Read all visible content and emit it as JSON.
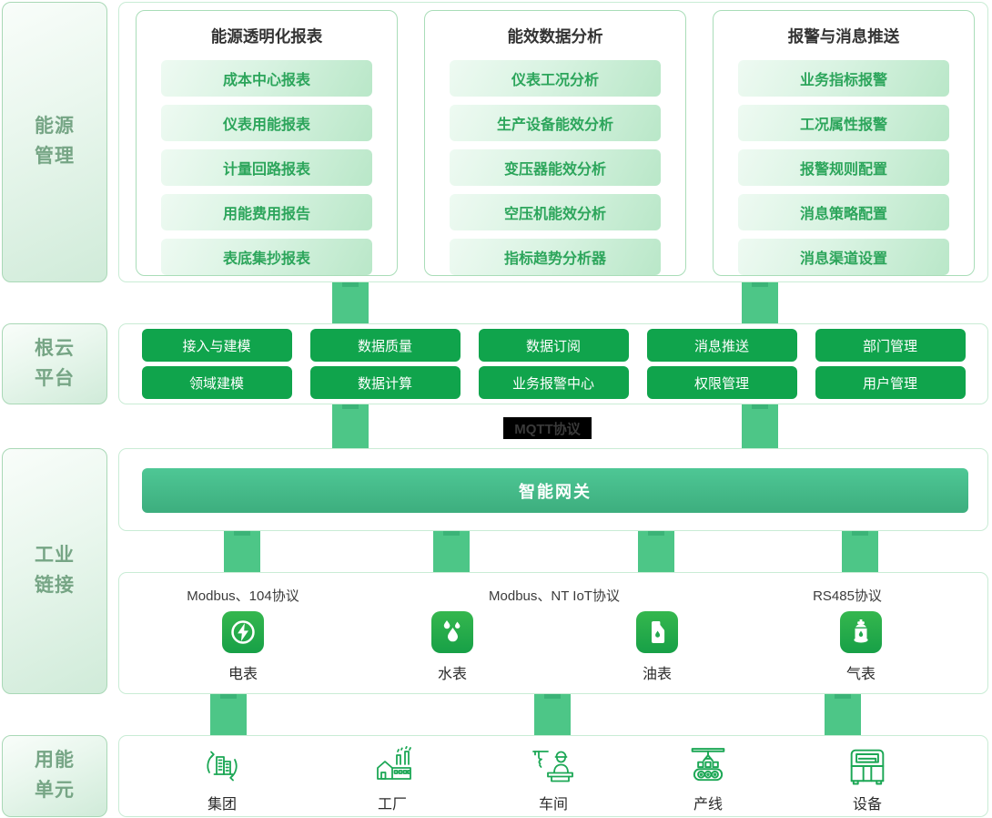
{
  "diagram": {
    "sidebar": [
      {
        "line1": "能源",
        "line2": "管理"
      },
      {
        "line1": "根云",
        "line2": "平台"
      },
      {
        "line1": "工业",
        "line2": "链接"
      },
      {
        "line1": "用能",
        "line2": "单元"
      }
    ],
    "top_cards": [
      {
        "title": "能源透明化报表",
        "items": [
          "成本中心报表",
          "仪表用能报表",
          "计量回路报表",
          "用能费用报告",
          "表底集抄报表"
        ]
      },
      {
        "title": "能效数据分析",
        "items": [
          "仪表工况分析",
          "生产设备能效分析",
          "变压器能效分析",
          "空压机能效分析",
          "指标趋势分析器"
        ]
      },
      {
        "title": "报警与消息推送",
        "items": [
          "业务指标报警",
          "工况属性报警",
          "报警规则配置",
          "消息策略配置",
          "消息渠道设置"
        ]
      }
    ],
    "platform_row1": [
      "接入与建模",
      "数据质量",
      "数据订阅",
      "消息推送",
      "部门管理"
    ],
    "platform_row2": [
      "领域建模",
      "数据计算",
      "业务报警中心",
      "权限管理",
      "用户管理"
    ],
    "mqtt_label": "MQTT协议",
    "gateway_label": "智能网关",
    "protocol_labels": [
      "Modbus、104协议",
      "Modbus、NT IoT协议",
      "RS485协议"
    ],
    "meters": [
      {
        "icon": "electric-meter-icon",
        "label": "电表"
      },
      {
        "icon": "water-meter-icon",
        "label": "水表"
      },
      {
        "icon": "oil-meter-icon",
        "label": "油表"
      },
      {
        "icon": "gas-meter-icon",
        "label": "气表"
      }
    ],
    "units": [
      {
        "icon": "group-icon",
        "label": "集团"
      },
      {
        "icon": "factory-icon",
        "label": "工厂"
      },
      {
        "icon": "workshop-icon",
        "label": "车间"
      },
      {
        "icon": "production-line-icon",
        "label": "产线"
      },
      {
        "icon": "equipment-icon",
        "label": "设备"
      }
    ],
    "colors": {
      "solid_green": "#10a44c",
      "connector_green": "#4dc687",
      "chip_text_green": "#2ca55b",
      "gateway_top": "#4ec795",
      "gateway_bottom": "#3dae7e",
      "meter_tile_top": "#35b74e",
      "meter_tile_bottom": "#17a047",
      "line_icon_green": "#1ca755",
      "mqtt_bg": "#000000",
      "mqtt_text": "#3a3a3a"
    }
  }
}
